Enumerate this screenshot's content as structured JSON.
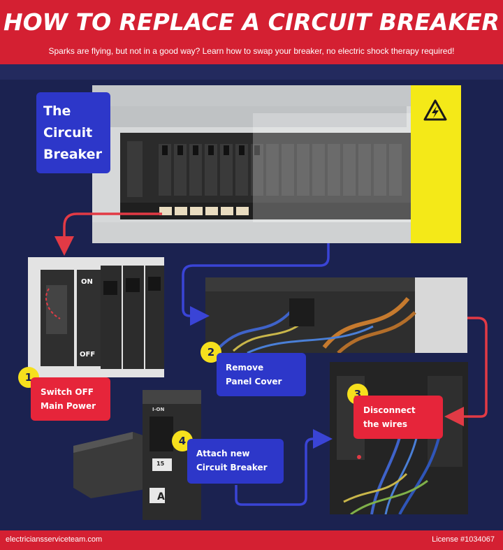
{
  "header": {
    "title": "HOW TO REPLACE A CIRCUIT BREAKER",
    "subtitle": "Sparks are flying, but not in a good way? Learn how to swap your breaker, no electric shock therapy required!"
  },
  "intro_label": {
    "line1": "The",
    "line2": "Circuit",
    "line3": "Breaker"
  },
  "steps": [
    {
      "number": "1",
      "line1": "Switch OFF",
      "line2": "Main Power"
    },
    {
      "number": "2",
      "line1": "Remove",
      "line2": "Panel Cover"
    },
    {
      "number": "3",
      "line1": "Disconnect",
      "line2": "the wires"
    },
    {
      "number": "4",
      "line1": "Attach new",
      "line2": "Circuit Breaker"
    }
  ],
  "breaker_marks": {
    "on": "ON",
    "off": "OFF",
    "on_small": "I-ON",
    "rating": "15"
  },
  "footer": {
    "website": "electriciansserviceteam.com",
    "license": "License #1034067"
  },
  "colors": {
    "brand_red": "#d42032",
    "navy": "#1b2250",
    "label_blue": "#2d37c9",
    "label_red": "#e6253a",
    "badge_yellow": "#f6e01d",
    "arrow_red": "#e23a45",
    "arrow_blue": "#3a44d6"
  },
  "icons": [
    "high-voltage-warning-icon",
    "arrow-connector-icon"
  ]
}
